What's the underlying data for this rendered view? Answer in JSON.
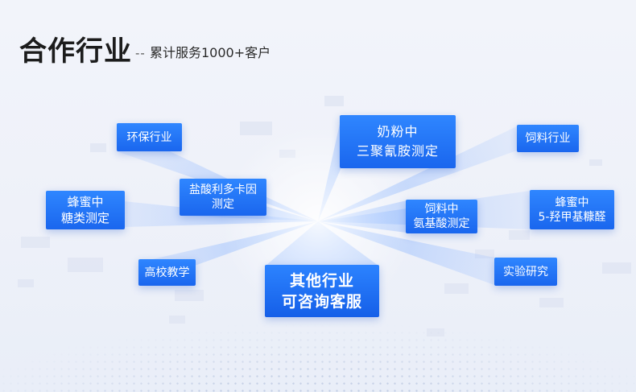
{
  "header": {
    "title": "合作行业",
    "dash": "--",
    "subtitle": "累计服务1000+客户"
  },
  "colors": {
    "box_top": "#2f86ff",
    "box_bottom": "#1a66ee",
    "title": "#1c1c1c",
    "background": "#eef1f9"
  },
  "industries": {
    "env": [
      "环保行业"
    ],
    "hcl": [
      "盐酸利多卡因",
      "测定"
    ],
    "honey_sugar": [
      "蜂蜜中",
      "糖类测定"
    ],
    "school": [
      "高校教学"
    ],
    "milk": [
      "奶粉中",
      "三聚氰胺测定"
    ],
    "feed": [
      "饲料行业"
    ],
    "feed_amino": [
      "饲料中",
      "氨基酸测定"
    ],
    "honey_hmf": [
      "蜂蜜中",
      "5-羟甲基糠醛"
    ],
    "lab": [
      "实验研究"
    ],
    "other": [
      "其他行业",
      "可咨询客服"
    ]
  }
}
